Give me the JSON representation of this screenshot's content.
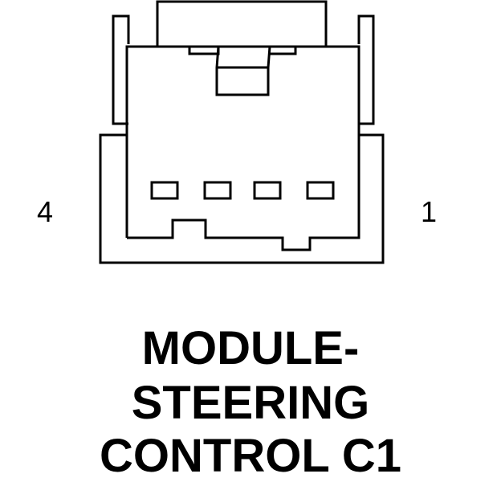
{
  "diagram": {
    "pin_label_left": "4",
    "pin_label_right": "1",
    "title_lines": [
      "MODULE-",
      "STEERING",
      "CONTROL C1"
    ],
    "pin_cavity_count": 4,
    "stroke_color": "#000000",
    "background_color": "#ffffff"
  }
}
